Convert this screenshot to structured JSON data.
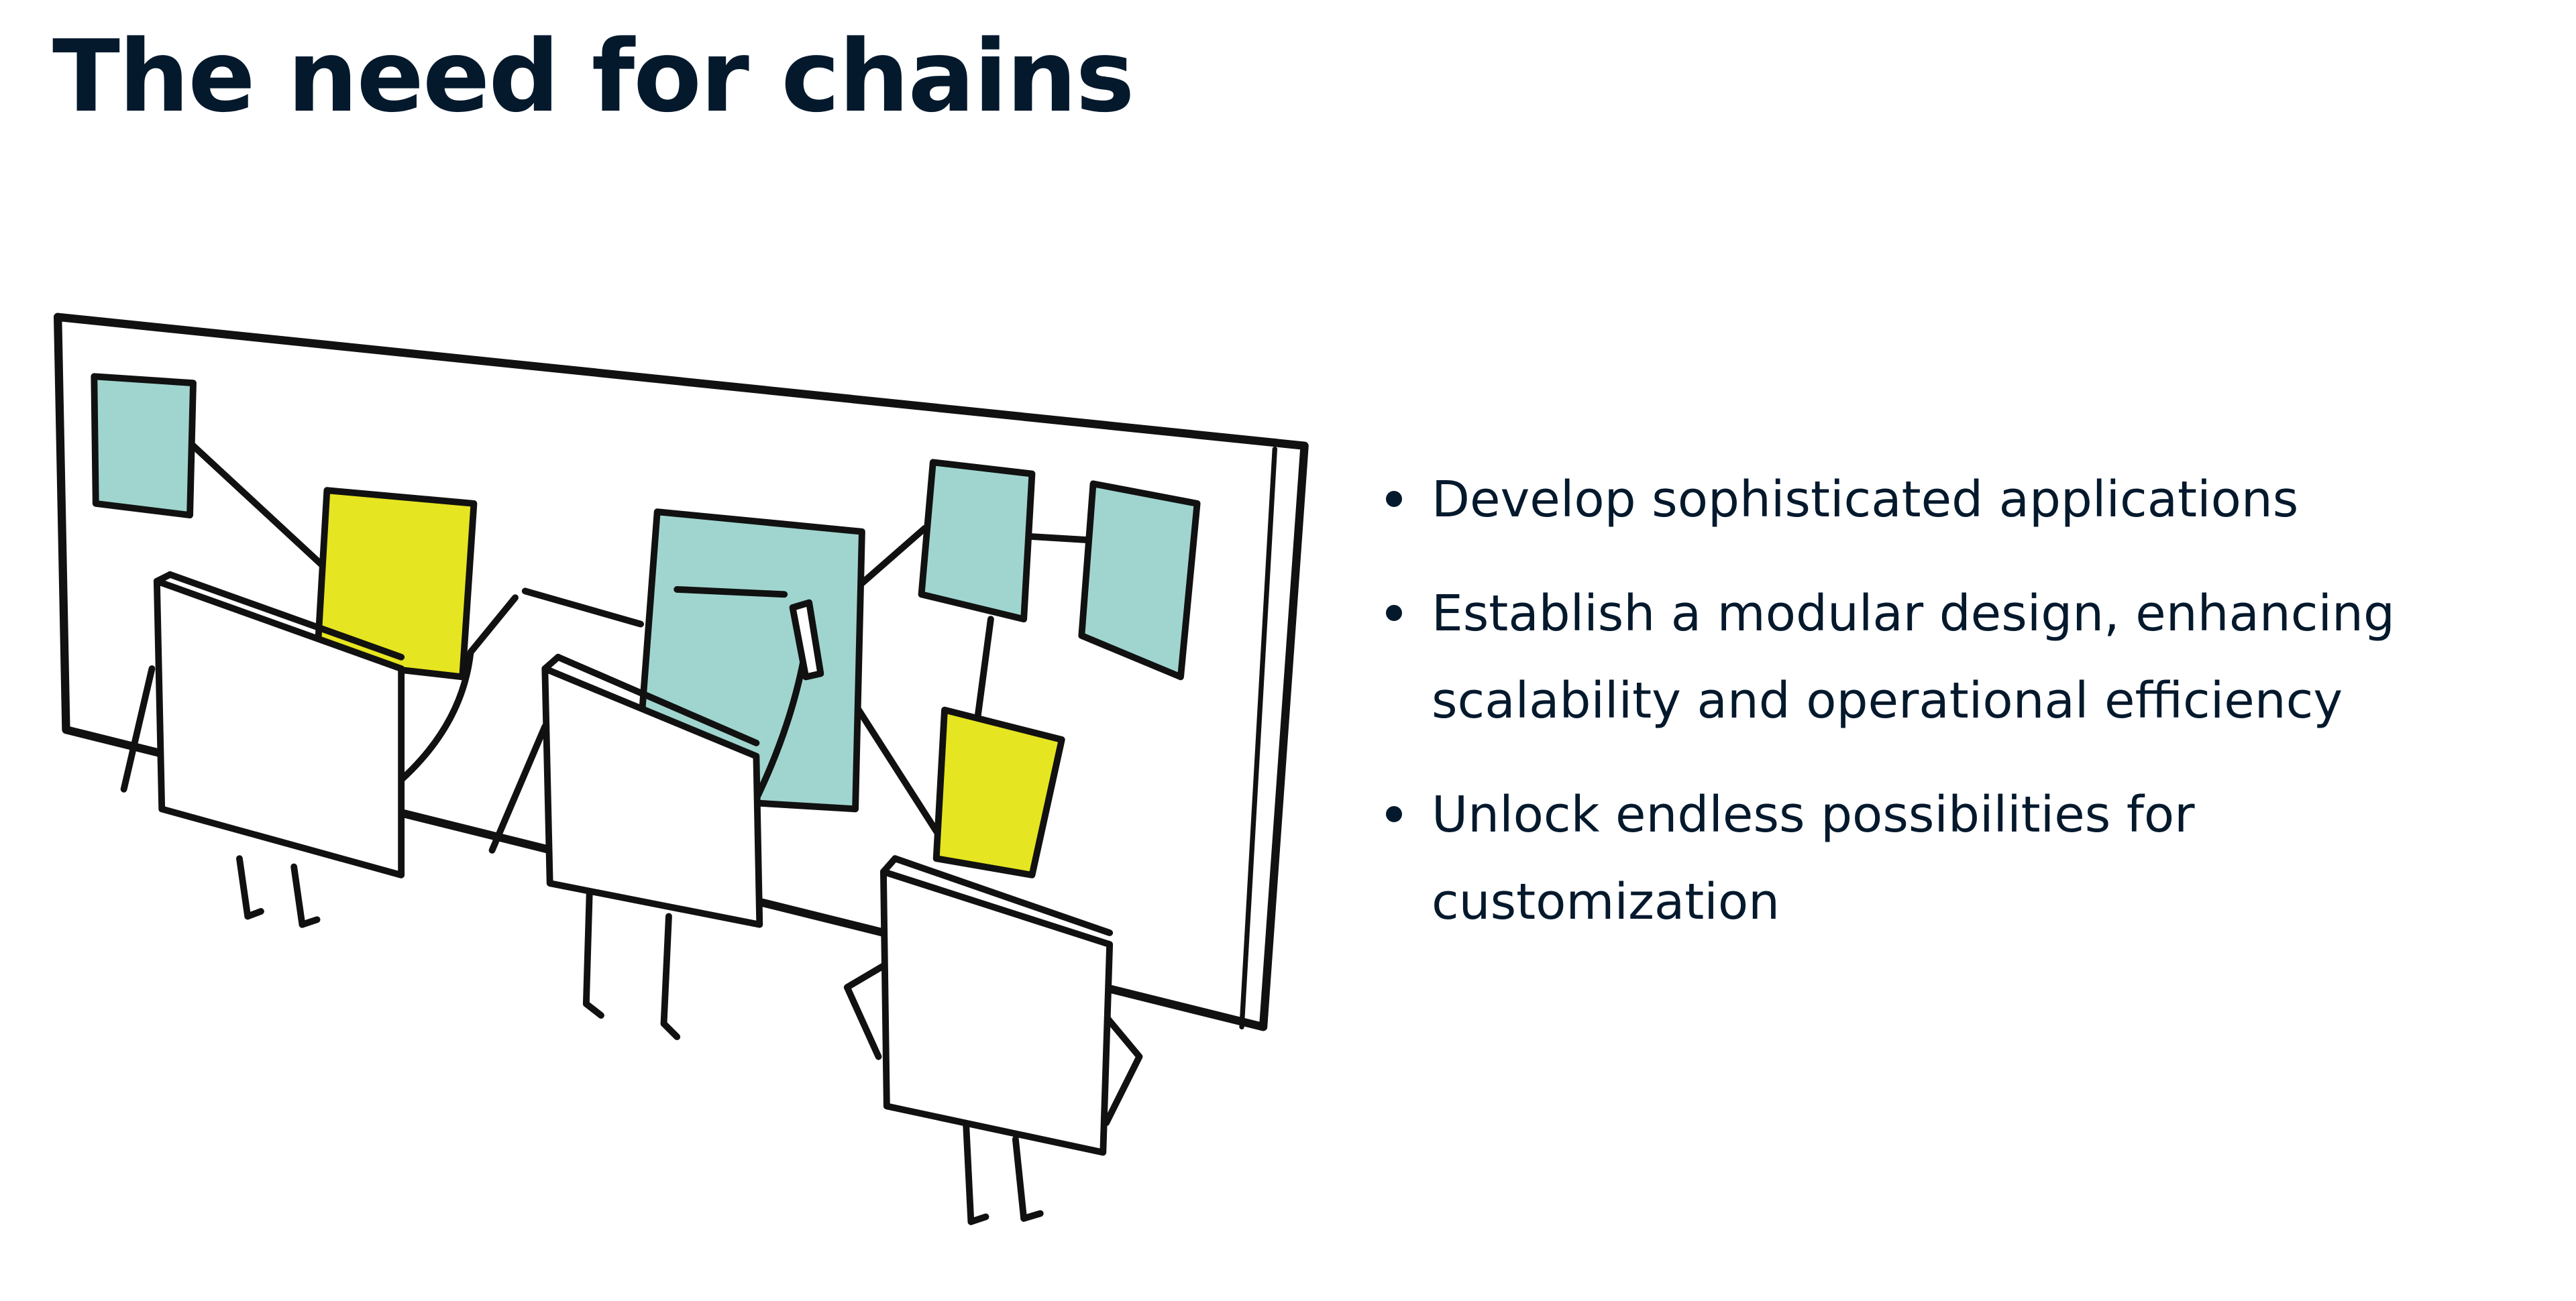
{
  "slide": {
    "title": "The need for chains",
    "bullets": [
      "Develop sophisticated applications",
      "Establish a modular design, enhancing scalability and operational efficiency",
      "Unlock endless possibilities for customization"
    ]
  },
  "colors": {
    "text": "#05192d",
    "teal_note": "#a0d5cf",
    "yellow_note": "#e6e521",
    "outline": "#111111"
  }
}
